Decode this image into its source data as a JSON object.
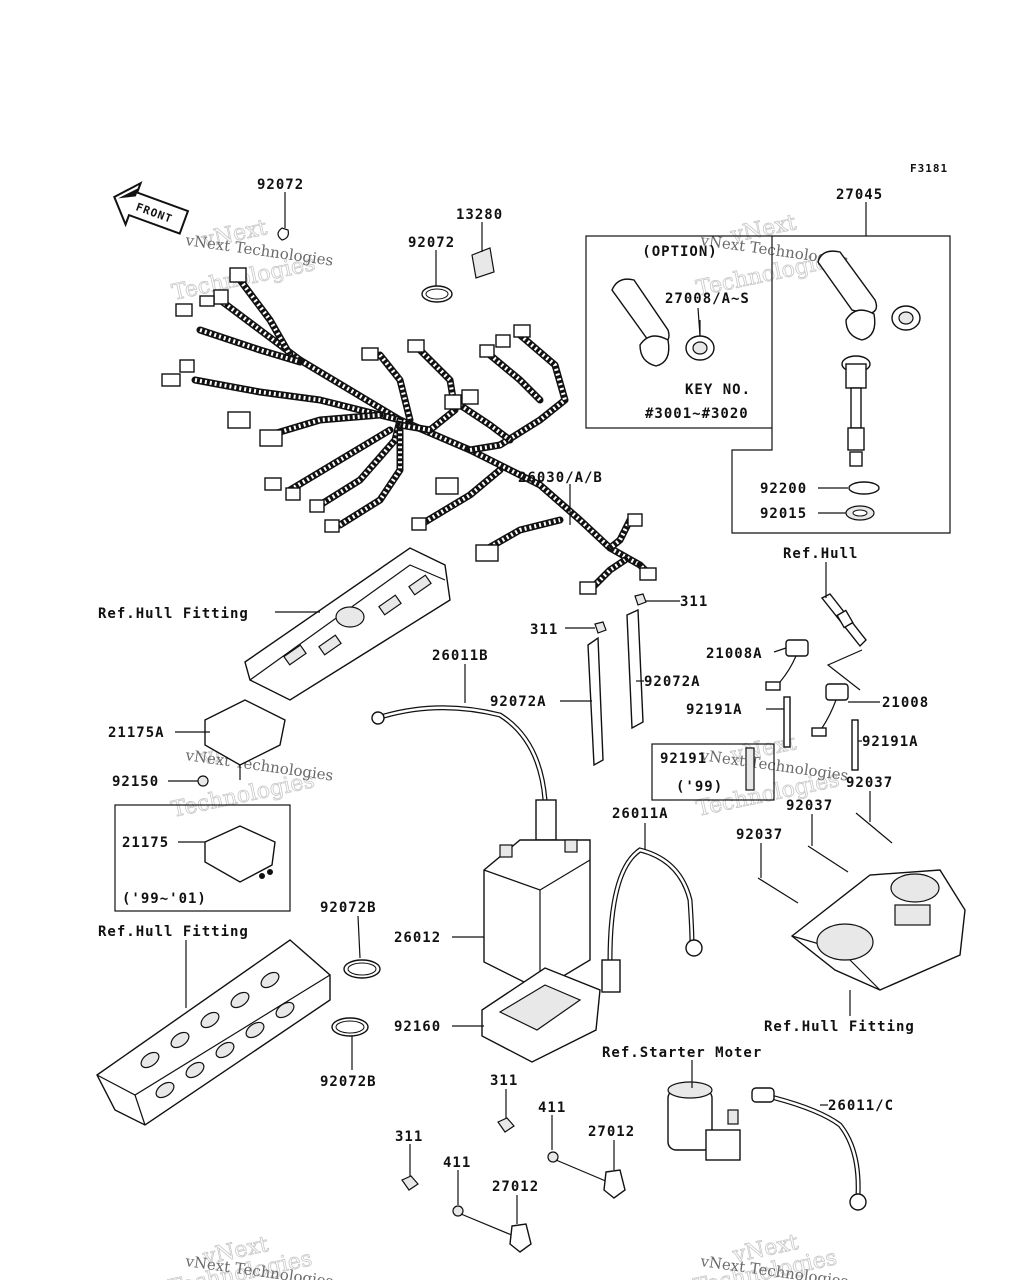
{
  "figure_code": "F3181",
  "front_arrow_text": "FRONT",
  "watermark": {
    "brand": "vNext",
    "word": "Technologies",
    "full": "vNext Technologies"
  },
  "option_box": {
    "title": "(OPTION)",
    "part": "27008/A~S",
    "key_label": "KEY NO.",
    "key_range": "#3001~#3020"
  },
  "box_92191": {
    "part": "92191",
    "year": "('99)"
  },
  "box_21175": {
    "part": "21175",
    "years": "('99~'01)"
  },
  "part_numbers": {
    "p92072_top": "92072",
    "p13280": "13280",
    "p92072_mid": "92072",
    "p27045": "27045",
    "p26030": "26030/A/B",
    "p92200": "92200",
    "p92015": "92015",
    "ref_hull": "Ref.Hull",
    "p311_right": "311",
    "p311_left": "311",
    "p21008A": "21008A",
    "p92072A_right": "92072A",
    "p92072A_left": "92072A",
    "p21008": "21008",
    "p92191A_left": "92191A",
    "p92191A_right": "92191A",
    "ref_hull_fitting_1": "Ref.Hull Fitting",
    "p26011B": "26011B",
    "p21175A": "21175A",
    "p92150": "92150",
    "p92037_a": "92037",
    "p92037_b": "92037",
    "p92037_c": "92037",
    "p26011A": "26011A",
    "p26012": "26012",
    "p92072B_top": "92072B",
    "ref_hull_fitting_2": "Ref.Hull Fitting",
    "p92160": "92160",
    "p92072B_bottom": "92072B",
    "ref_hull_fitting_3": "Ref.Hull Fitting",
    "ref_starter": "Ref.Starter Moter",
    "p311_center": "311",
    "p411_a": "411",
    "p27012_a": "27012",
    "p26011C": "26011/C",
    "p311_lower": "311",
    "p411_b": "411",
    "p27012_b": "27012"
  }
}
